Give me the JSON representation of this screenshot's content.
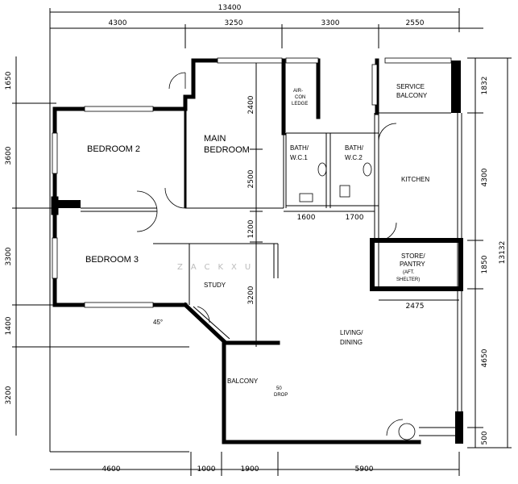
{
  "dimensions": {
    "top_total": "13400",
    "top_segments": [
      "4300",
      "3250",
      "3300",
      "2550"
    ],
    "left_segments": [
      "1650",
      "3600",
      "3300",
      "1400",
      "3200"
    ],
    "right_segments": [
      "1832",
      "4300",
      "1850",
      "4650",
      "500"
    ],
    "right_total": "13132",
    "bottom_segments": [
      "4600",
      "1000",
      "1900",
      "5900"
    ],
    "interior": [
      "2400",
      "2500",
      "1200",
      "3200",
      "1600",
      "1700",
      "2475"
    ],
    "angle": "45°"
  },
  "rooms": {
    "bedroom2": "BEDROOM 2",
    "bedroom3": "BEDROOM 3",
    "main_bedroom_line1": "MAIN",
    "main_bedroom_line2": "BEDROOM",
    "aircon_line1": "AIR-",
    "aircon_line2": "CON",
    "aircon_line3": "LEDGE",
    "bath1_line1": "BATH/",
    "bath1_line2": "W.C.1",
    "bath2_line1": "BATH/",
    "bath2_line2": "W.C.2",
    "service_line1": "SERVICE",
    "service_line2": "BALCONY",
    "kitchen": "KITCHEN",
    "store_line1": "STORE/",
    "store_line2": "PANTRY",
    "store_line3": "(AFT.",
    "store_line4": "SHELTER)",
    "study": "STUDY",
    "living_line1": "LIVING/",
    "living_line2": "DINING",
    "balcony": "BALCONY",
    "drop_line1": "50",
    "drop_line2": "DROP"
  },
  "watermark": "ZACKXU"
}
